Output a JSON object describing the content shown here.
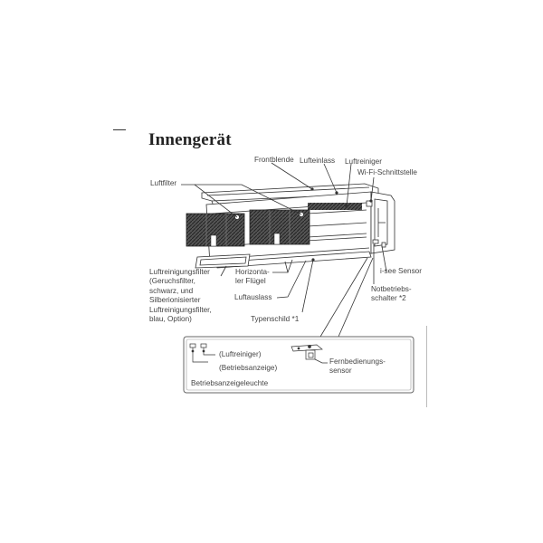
{
  "section": {
    "title": "Innengerät"
  },
  "labels": {
    "frontblende": "Frontblende",
    "lufteinlass": "Lufteinlass",
    "luftreiniger": "Luftreiniger",
    "wifi": "Wi-Fi-Schnittstelle",
    "luftfilter": "Luftfilter",
    "luftreinigungsfilter": [
      "Luftreinigungsfilter",
      "(Geruchsfilter,",
      "schwarz, und",
      "Silberionisierter",
      "Luftreinigungsfilter,",
      "blau, Option)"
    ],
    "horizontaler_fluegel": [
      "Horizonta-",
      "ler Flügel"
    ],
    "luftauslass": "Luftauslass",
    "typenschild": "Typenschild *1",
    "isee": "i-see Sensor",
    "notbetrieb": [
      "Notbetriebs-",
      "schalter *2"
    ]
  },
  "detail_box": {
    "luftreiniger_lamp": "(Luftreiniger)",
    "betrieb_lamp": "(Betriebsanzeige)",
    "caption": "Betriebsanzeigeleuchte",
    "fernbedienung": [
      "Fernbedienungs-",
      "sensor"
    ]
  },
  "colors": {
    "line": "#333333",
    "filter_mesh": "#3a3a3a",
    "box_border": "#666666"
  }
}
